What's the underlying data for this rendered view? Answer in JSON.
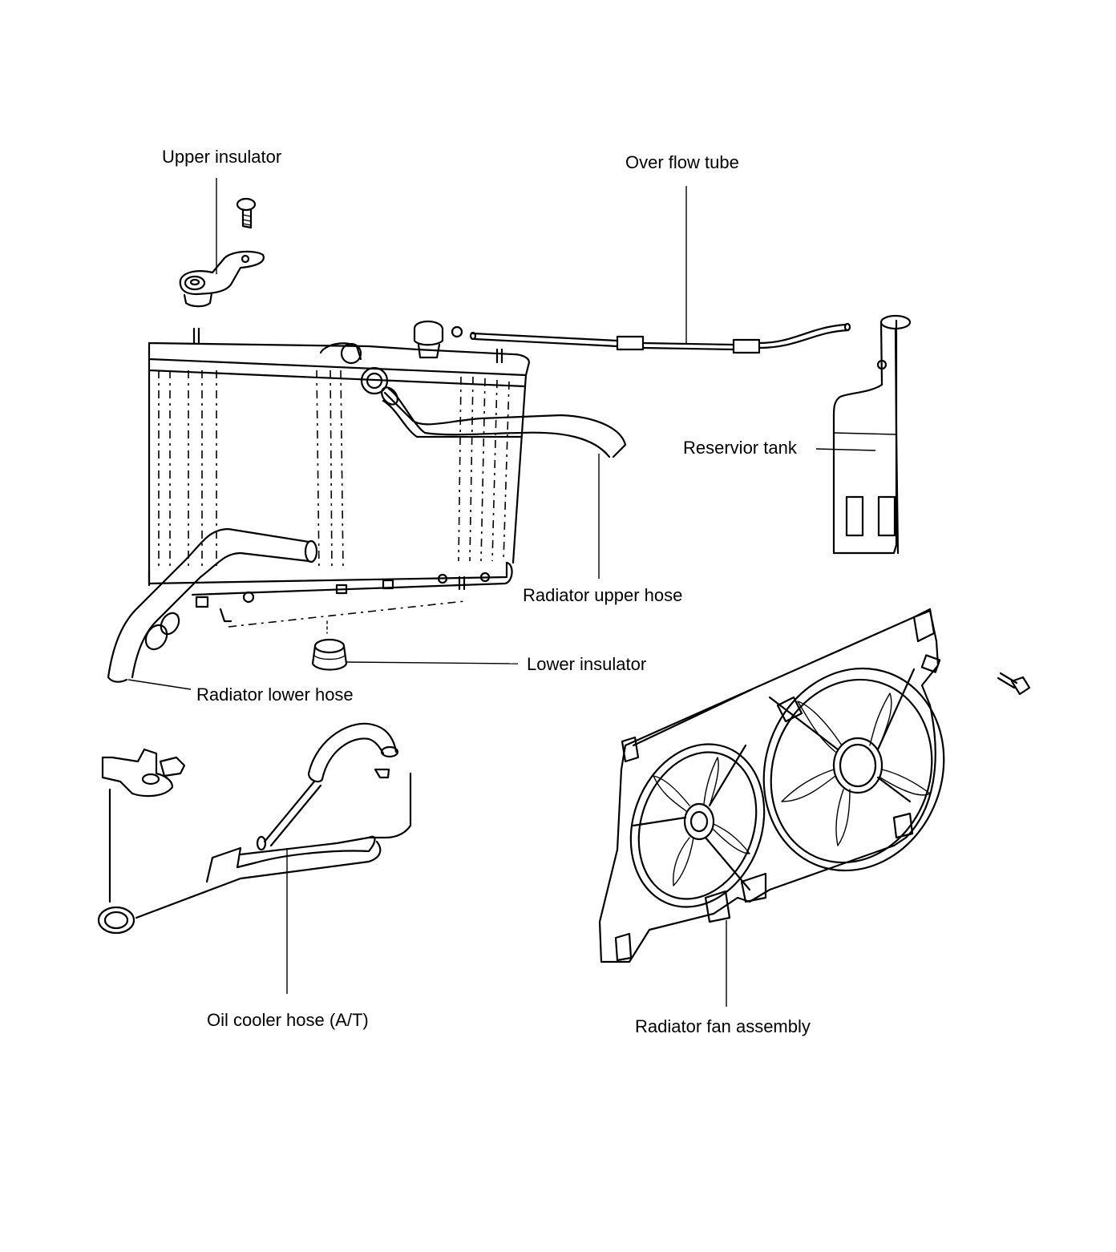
{
  "labels": {
    "upper_insulator": "Upper insulator",
    "over_flow_tube": "Over flow tube",
    "reservoir_tank": "Reservior tank",
    "radiator_upper_hose": "Radiator upper hose",
    "lower_insulator": "Lower insulator",
    "radiator_lower_hose": "Radiator lower hose",
    "oil_cooler_hose": "Oil cooler hose (A/T)",
    "radiator_fan_assembly": "Radiator fan assembly"
  },
  "colors": {
    "ink": "#000000",
    "paper": "#ffffff"
  }
}
